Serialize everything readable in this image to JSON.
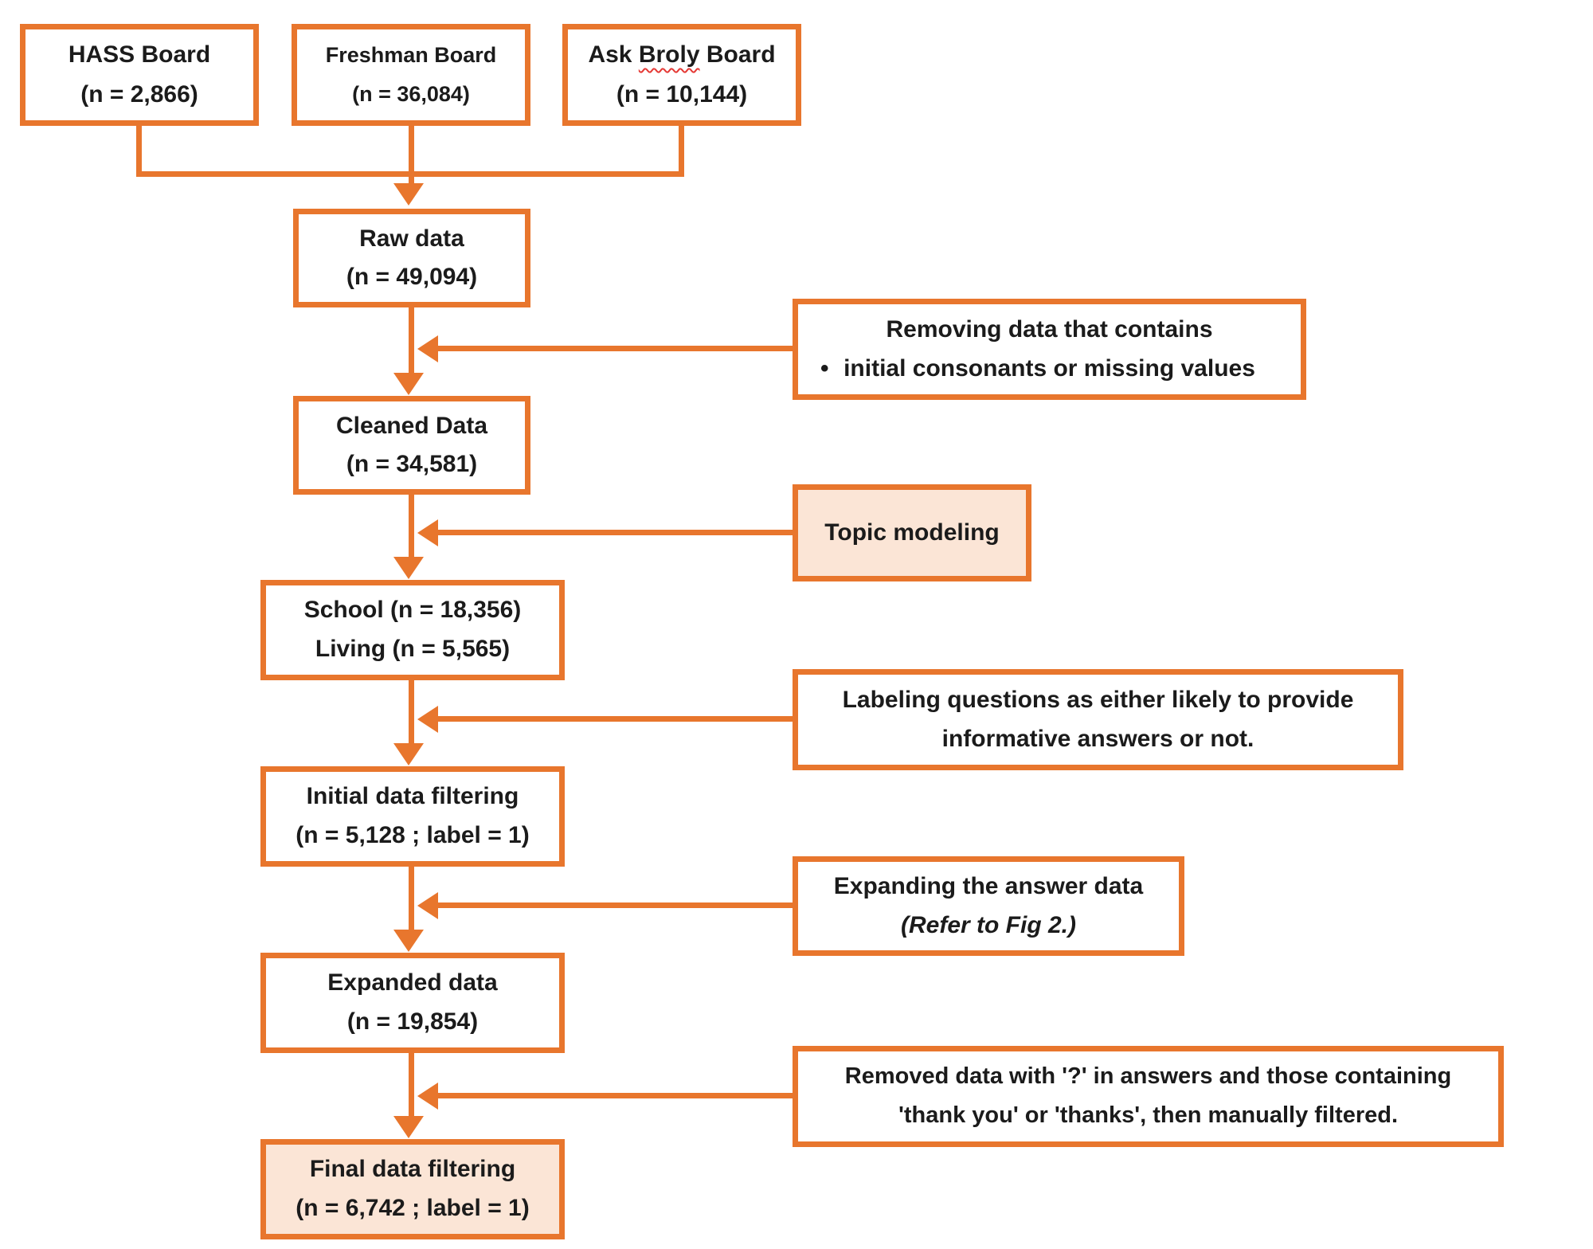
{
  "colors": {
    "accent": "#E8762D",
    "highlight_fill": "#FBE5D6",
    "text": "#1B1B1B",
    "background": "#FFFFFF",
    "misspell_underline": "#E53935"
  },
  "sources": [
    {
      "name": "HASS Board",
      "count": "(n = 2,866)"
    },
    {
      "name": "Freshman Board",
      "count": "(n = 36,084)"
    },
    {
      "name_part1": "Ask",
      "misspelled": "Broly",
      "name_part2": "Board",
      "count": "(n = 10,144)"
    }
  ],
  "stages": [
    {
      "line1": "Raw data",
      "line2": "(n = 49,094)"
    },
    {
      "line1": "Cleaned Data",
      "line2": "(n = 34,581)"
    },
    {
      "line1": "School (n = 18,356)",
      "line2": "Living (n = 5,565)"
    },
    {
      "line1": "Initial data filtering",
      "line2": "(n = 5,128 ; label = 1)"
    },
    {
      "line1": "Expanded data",
      "line2": "(n = 19,854)"
    },
    {
      "line1": "Final data filtering",
      "line2": "(n = 6,742 ; label = 1)"
    }
  ],
  "annotations": [
    {
      "line1": "Removing data that contains",
      "bullet": "•",
      "line2": "initial consonants or missing values"
    },
    {
      "line1": "Topic modeling"
    },
    {
      "line1": "Labeling questions as either likely to provide",
      "line2": "informative answers or not."
    },
    {
      "line1": "Expanding the answer data",
      "line2": "(Refer to Fig 2.)"
    },
    {
      "line1": "Removed data with '?' in answers and those containing",
      "line2": "'thank you' or 'thanks', then manually filtered."
    }
  ]
}
